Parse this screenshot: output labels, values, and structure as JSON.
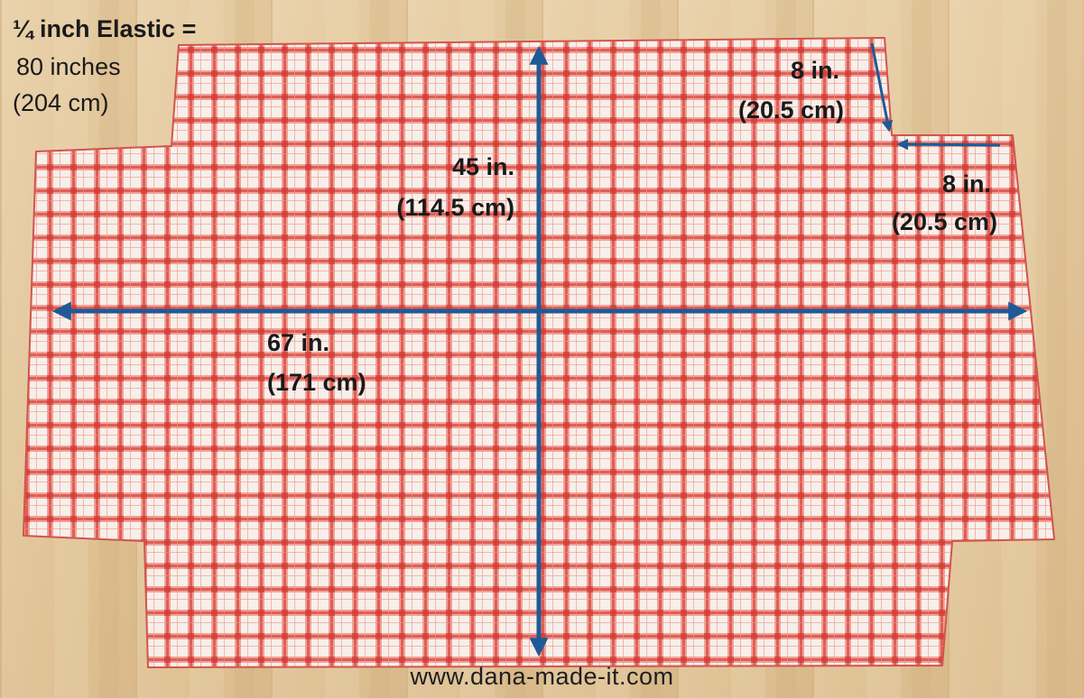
{
  "elastic_note": {
    "heading": "¼ inch Elastic =",
    "length_in": "80 inches",
    "length_cm": "(204 cm)"
  },
  "measurements": {
    "height": {
      "inches": "45 in.",
      "cm": "(114.5 cm)"
    },
    "width": {
      "inches": "67 in.",
      "cm": "(171 cm)"
    },
    "corner_vertical": {
      "inches": "8 in.",
      "cm": "(20.5 cm)"
    },
    "corner_horizontal": {
      "inches": "8 in.",
      "cm": "(20.5 cm)"
    }
  },
  "watermark": "www.dana-made-it.com",
  "colors": {
    "arrow": "#1f5a96",
    "plaid_red": "#e0463f",
    "plaid_white": "#f7efe9",
    "floor": "#e3c89f",
    "text": "#1a1a1a"
  },
  "icons": {
    "vertical_arrow": "double-headed-arrow",
    "horizontal_arrow": "double-headed-arrow",
    "corner_arrows": "single-arrow"
  }
}
